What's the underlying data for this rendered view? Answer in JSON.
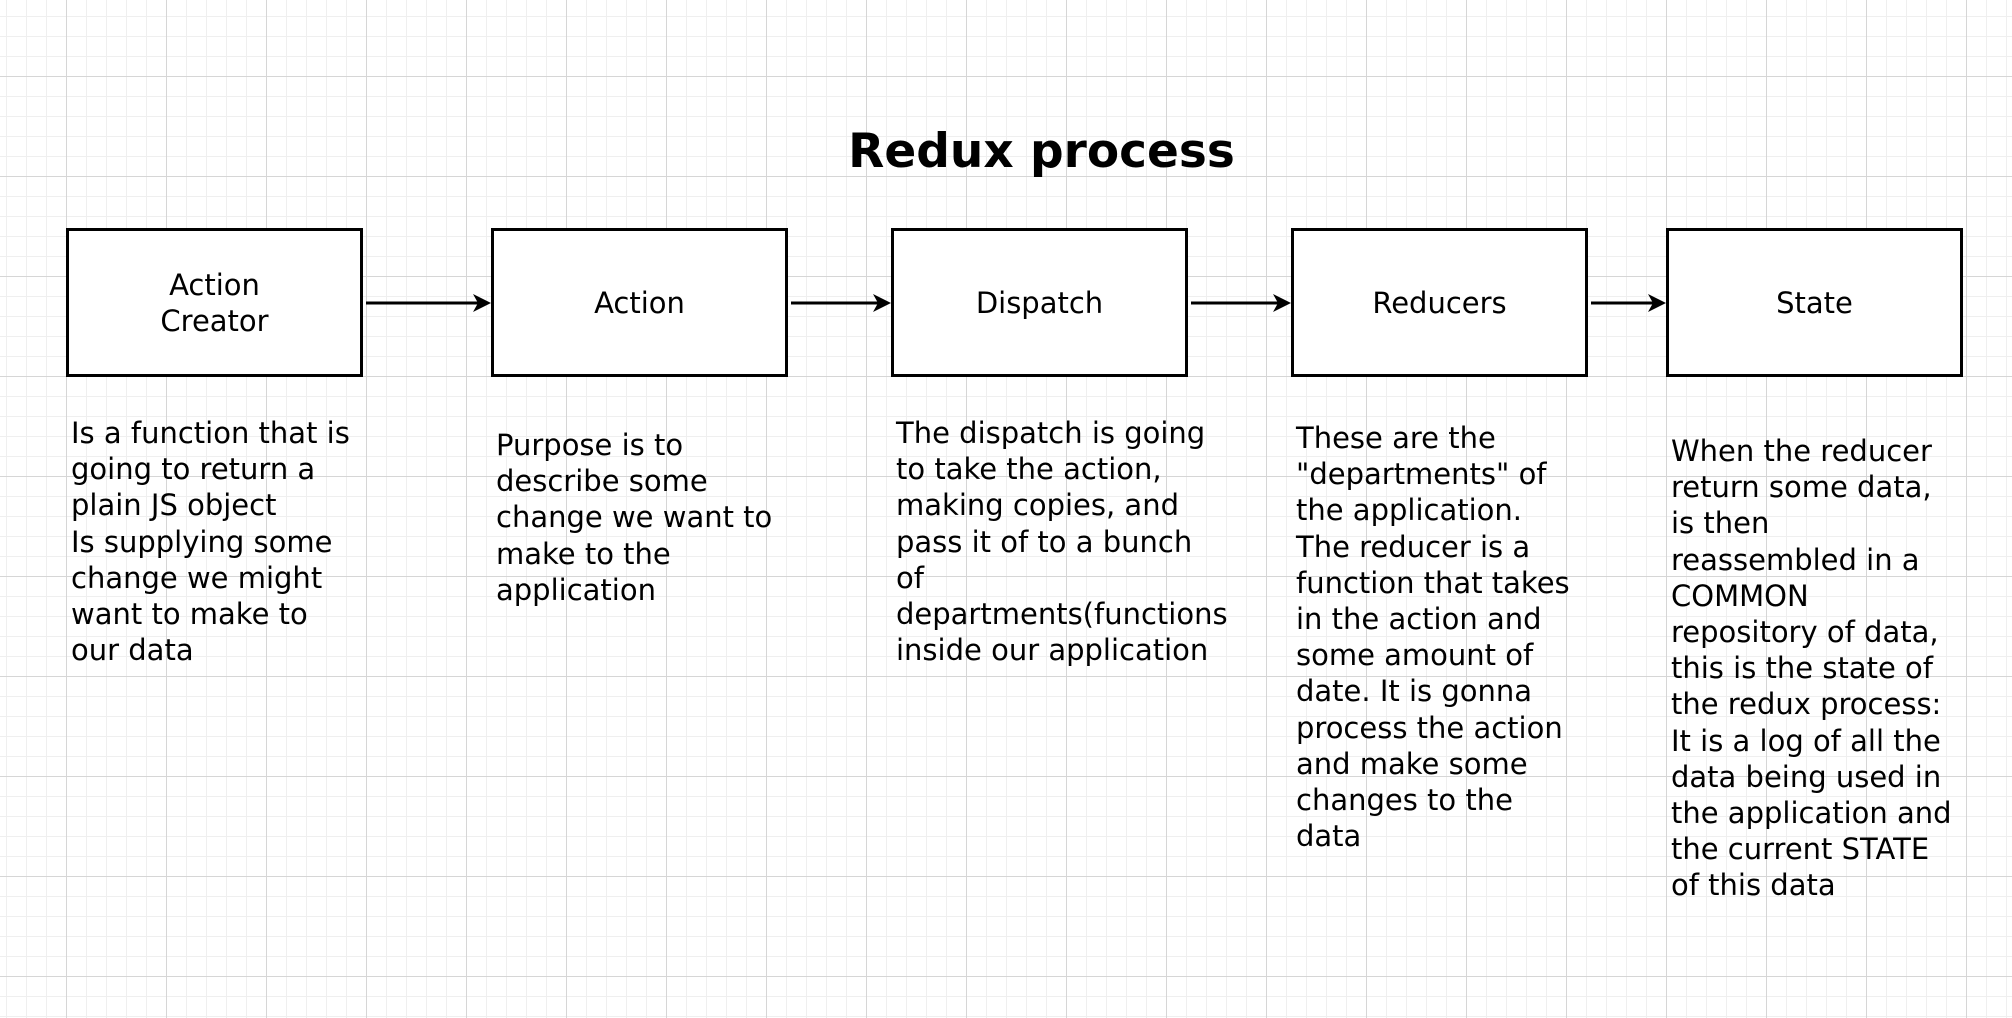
{
  "title": "Redux process",
  "steps": [
    {
      "label": "Action Creator",
      "description": "Is a function that is\ngoing to return a\nplain JS object\nIs supplying some\nchange we might\nwant to make to\nour data"
    },
    {
      "label": "Action",
      "description": "Purpose is to\ndescribe some\nchange we want to\nmake to the\napplication"
    },
    {
      "label": "Dispatch",
      "description": "The dispatch is going\nto take the action,\nmaking copies, and\npass it of to a bunch\nof\ndepartments(functions\ninside our application"
    },
    {
      "label": "Reducers",
      "description": "These are the\n\"departments\" of\nthe application.\nThe reducer is a\nfunction that takes\nin the action and\nsome amount of\ndate. It is gonna\nprocess the action\nand make some\nchanges to the\ndata"
    },
    {
      "label": "State",
      "description": "When the reducer\nreturn some data,\nis then\nreassembled in a\nCOMMON\nrepository of data,\nthis is the state of\nthe redux process:\nIt is a log of all the\ndata being used in\nthe application and\nthe current STATE\nof this data"
    }
  ]
}
